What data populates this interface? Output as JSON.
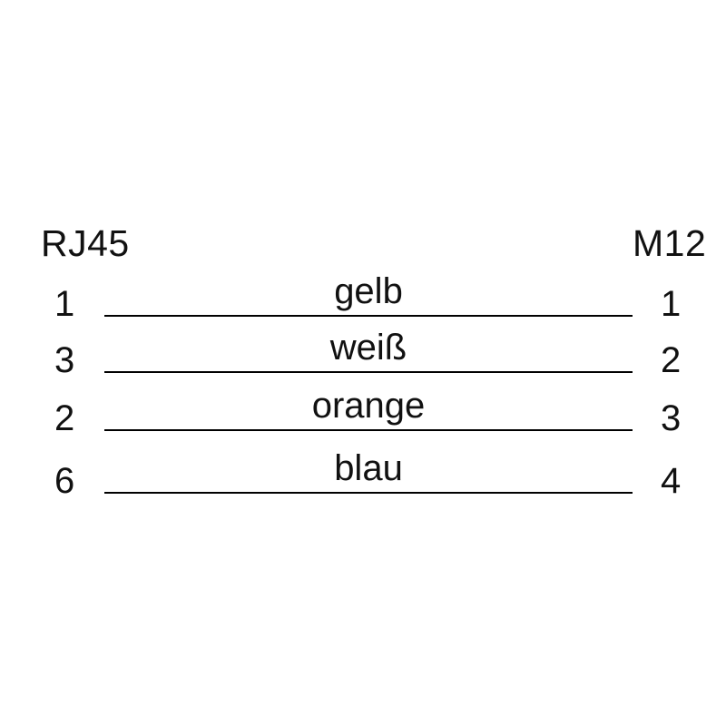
{
  "diagram": {
    "type": "pin-assignment",
    "background_color": "#ffffff",
    "line_color": "#000000",
    "text_color": "#111111",
    "left_connector": "RJ45",
    "right_connector": "M12",
    "connections": [
      {
        "left_pin": "1",
        "wire_color_label": "gelb",
        "right_pin": "1"
      },
      {
        "left_pin": "3",
        "wire_color_label": "weiß",
        "right_pin": "2"
      },
      {
        "left_pin": "2",
        "wire_color_label": "orange",
        "right_pin": "3"
      },
      {
        "left_pin": "6",
        "wire_color_label": "blau",
        "right_pin": "4"
      }
    ]
  }
}
